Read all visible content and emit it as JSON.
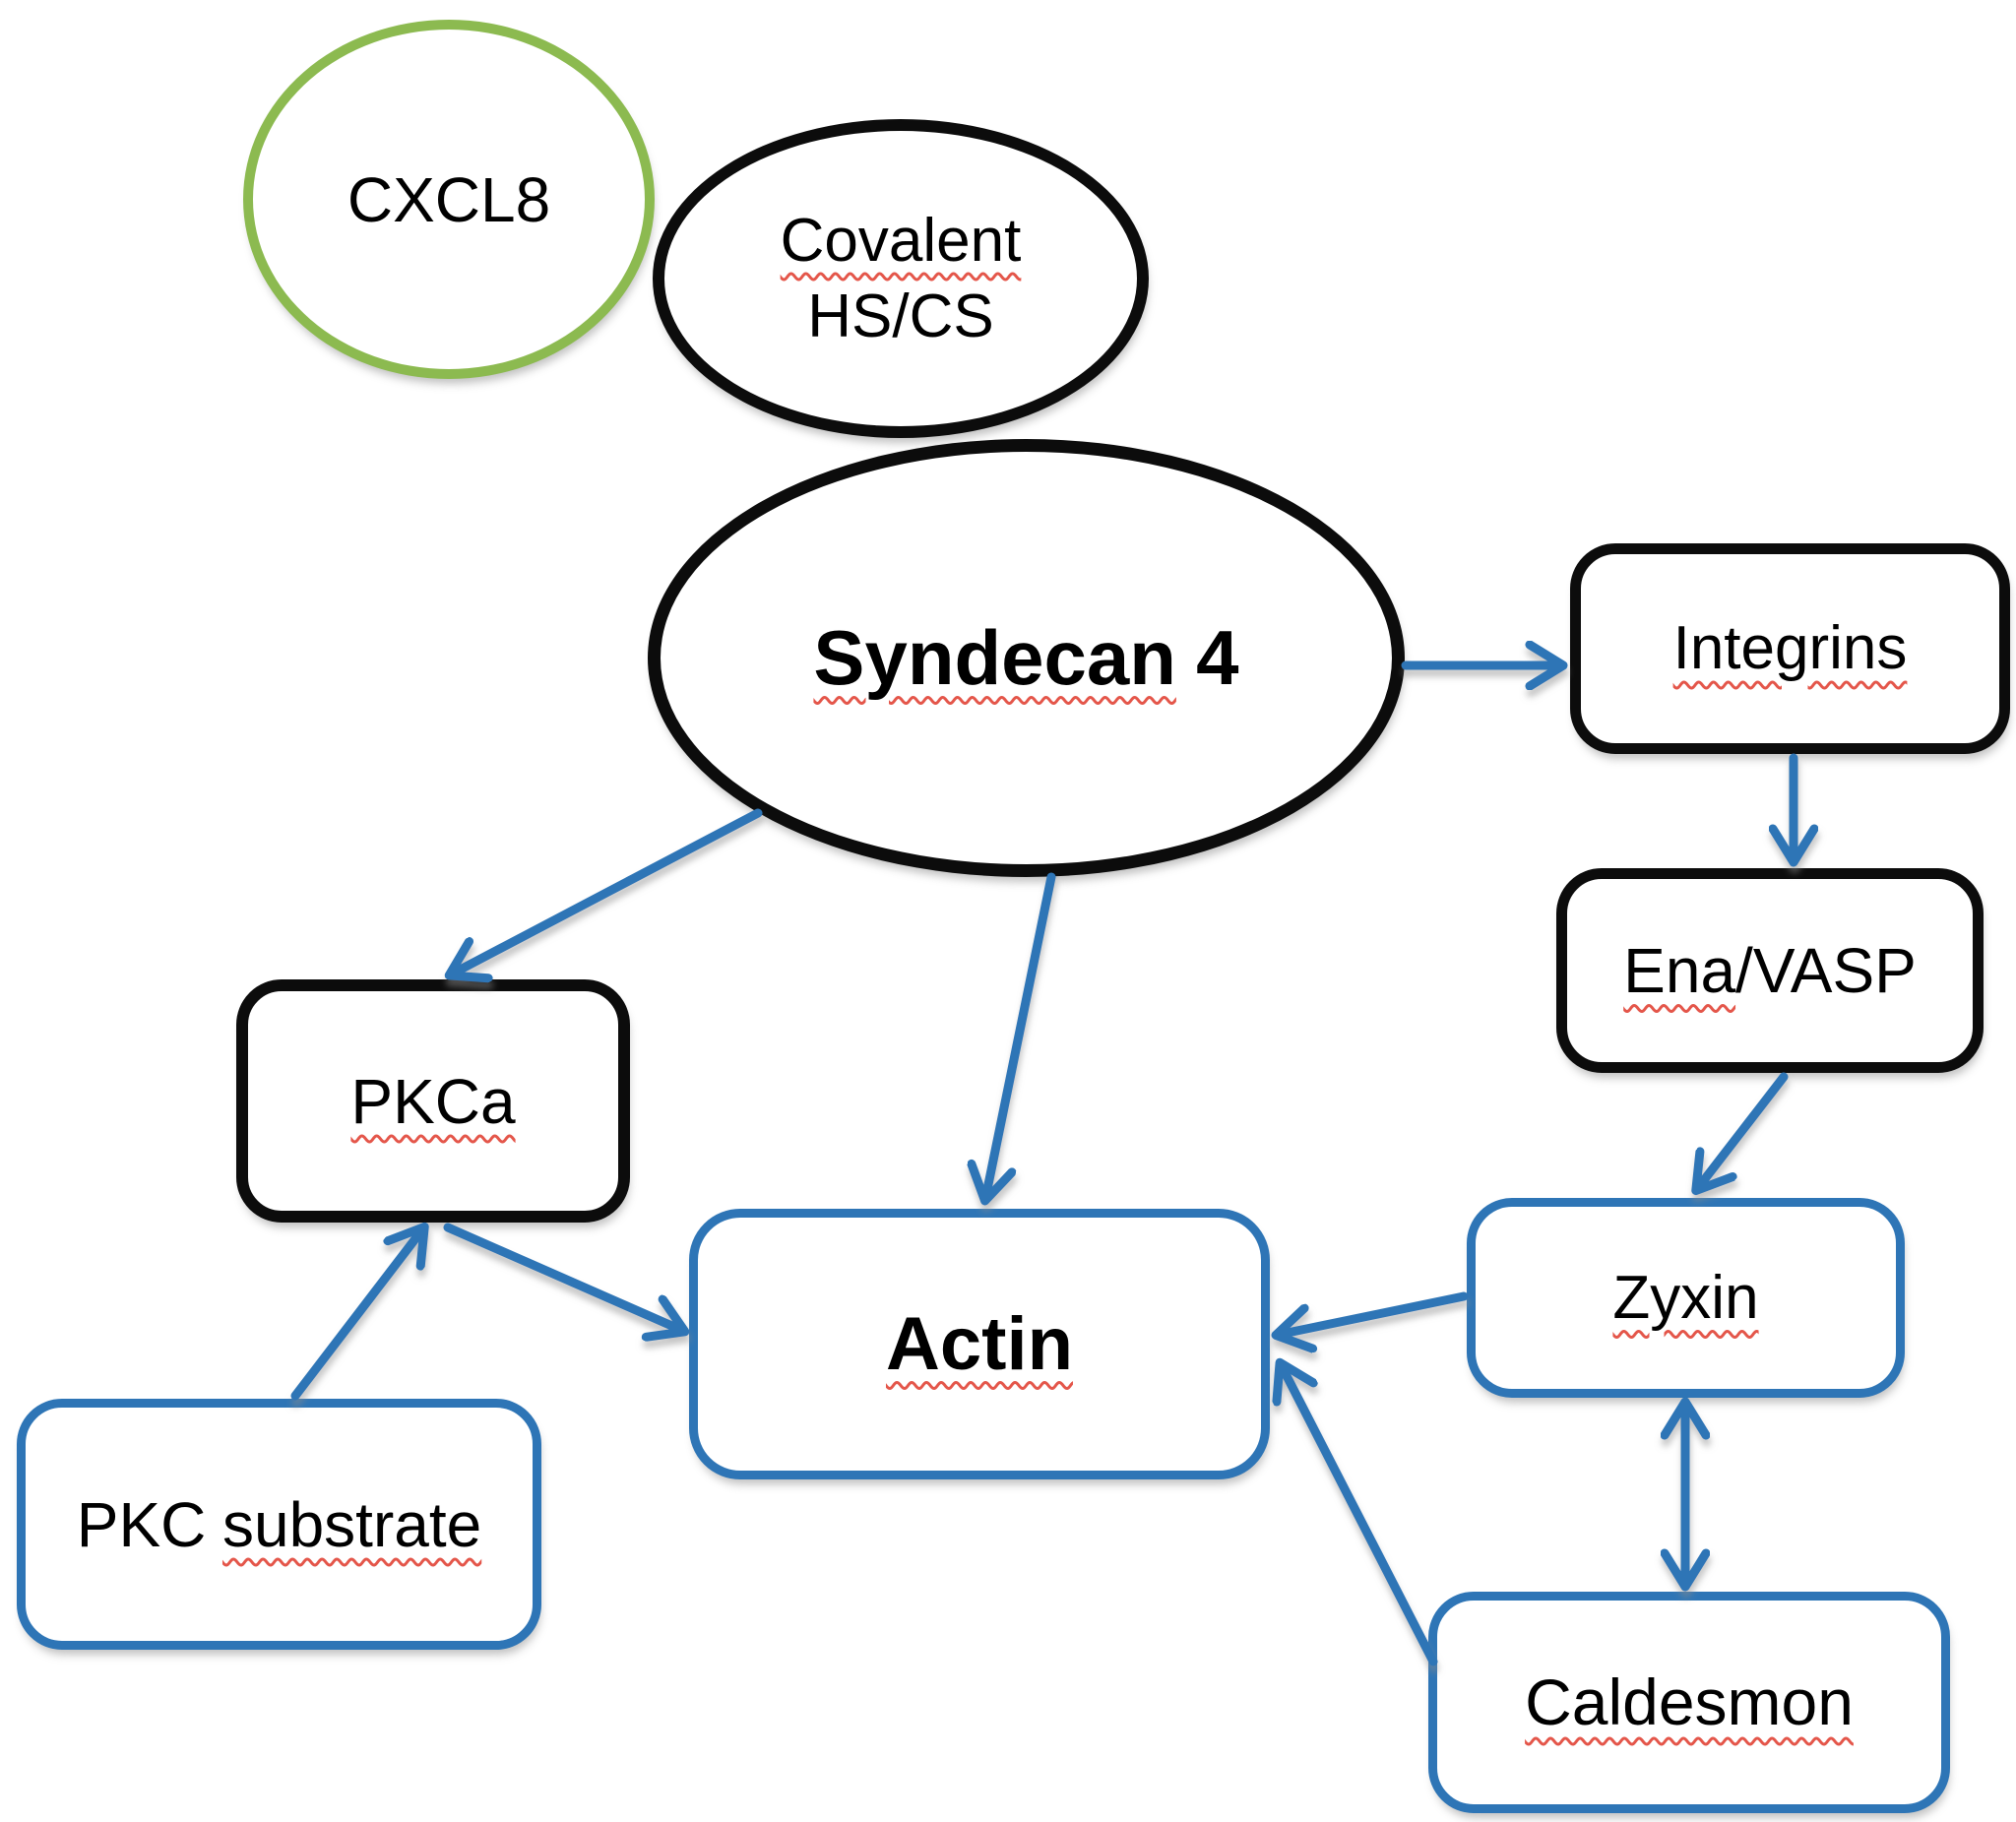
{
  "diagram": {
    "type": "pathway-flowchart",
    "background": "#ffffff",
    "colors": {
      "green_outline": "#8cba50",
      "black_outline": "#0c0c0c",
      "blue_outline": "#2e75b6",
      "arrow_blue": "#2e75b6",
      "spellcheck_squiggle": "#e4564a",
      "text": "#000000"
    },
    "nodes": {
      "cxcl8": {
        "label": "CXCL8",
        "shape": "circle",
        "outline": "green"
      },
      "covalent_hs_cs": {
        "line1": "Covalent",
        "line2": "HS/CS",
        "shape": "ellipse",
        "outline": "black"
      },
      "syndecan4": {
        "word1": "Syndecan",
        "word2": "4",
        "shape": "ellipse",
        "outline": "black",
        "emphasis": "bold"
      },
      "integrins": {
        "label": "Integrins",
        "shape": "rounded-rect",
        "outline": "black"
      },
      "ena_vasp": {
        "prefix": "Ena",
        "suffix": "/VASP",
        "shape": "rounded-rect",
        "outline": "black"
      },
      "zyxin": {
        "label": "Zyxin",
        "shape": "rounded-rect",
        "outline": "blue"
      },
      "actin": {
        "label": "Actin",
        "shape": "rounded-rect",
        "outline": "blue",
        "emphasis": "bold"
      },
      "pkca": {
        "label": "PKCa",
        "shape": "rounded-rect",
        "outline": "black"
      },
      "pkc_substrate": {
        "prefix": "PKC",
        "word": "substrate",
        "shape": "rounded-rect",
        "outline": "blue"
      },
      "caldesmon": {
        "label": "Caldesmon",
        "shape": "rounded-rect",
        "outline": "blue"
      }
    },
    "edges": [
      {
        "from": "syndecan4",
        "to": "integrins",
        "style": "arrow"
      },
      {
        "from": "integrins",
        "to": "ena_vasp",
        "style": "arrow"
      },
      {
        "from": "ena_vasp",
        "to": "zyxin",
        "style": "arrow"
      },
      {
        "from": "zyxin",
        "to": "actin",
        "style": "arrow"
      },
      {
        "from": "zyxin",
        "to": "caldesmon",
        "style": "double-arrow"
      },
      {
        "from": "caldesmon",
        "to": "actin",
        "style": "arrow"
      },
      {
        "from": "syndecan4",
        "to": "pkca",
        "style": "arrow"
      },
      {
        "from": "syndecan4",
        "to": "actin",
        "style": "arrow"
      },
      {
        "from": "pkc_substrate",
        "to": "pkca",
        "style": "arrow"
      },
      {
        "from": "pkca",
        "to": "actin",
        "style": "arrow"
      }
    ]
  }
}
